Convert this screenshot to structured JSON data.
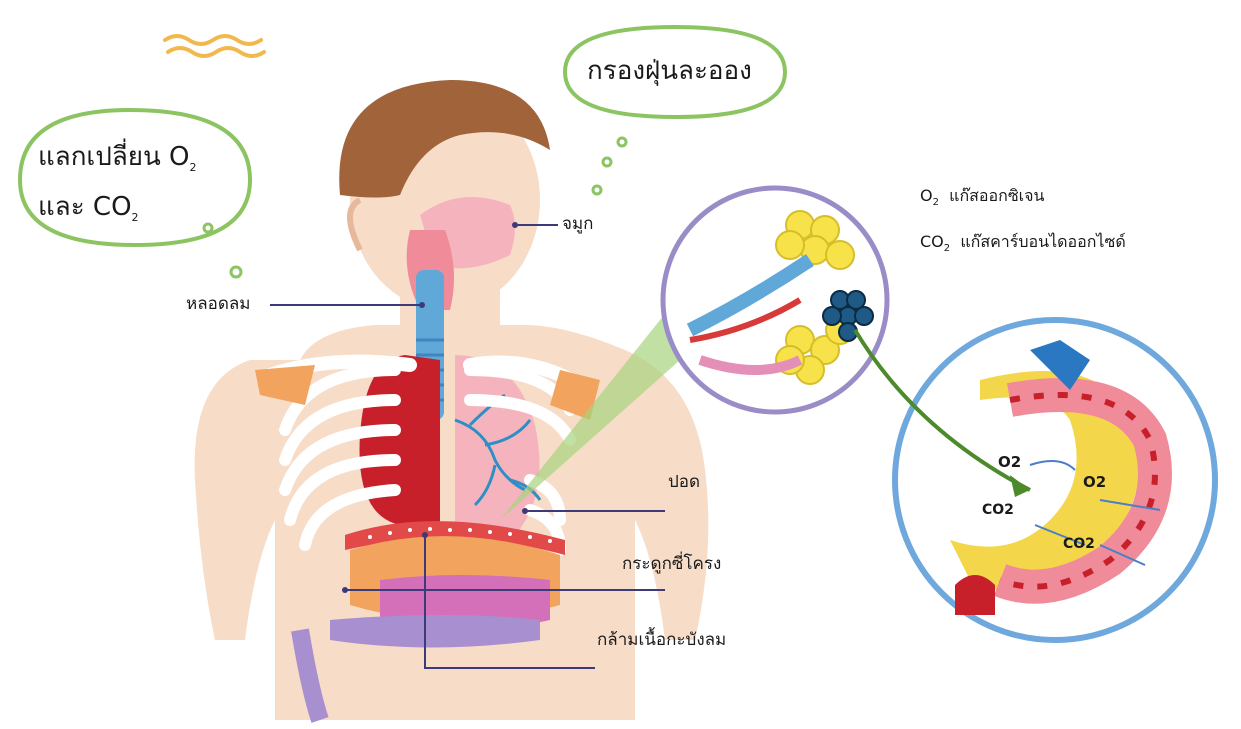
{
  "bubbles": {
    "exchange": {
      "line1_prefix": "แลกเปลี่ยน O",
      "line1_sub": "2",
      "line2_prefix": "และ CO",
      "line2_sub": "2"
    },
    "filter": "กรองฝุ่นละออง"
  },
  "labels": {
    "nose": "จมูก",
    "trachea": "หลอดลม",
    "lung": "ปอด",
    "ribs": "กระดูกซี่โครง",
    "diaphragm": "กล้ามเนื้อกะบังลม"
  },
  "legend": [
    {
      "symbol": "O",
      "sub": "2",
      "text": "แก๊สออกซิเจน"
    },
    {
      "symbol": "CO",
      "sub": "2",
      "text": "แก๊สคาร์บอนไดออกไซด์"
    }
  ],
  "gas_exchange_marks": {
    "o2_in": "O2",
    "o2_out": "O2",
    "co2_in": "CO2",
    "co2_out": "CO2"
  },
  "colors": {
    "bubble_outline": "#8cc462",
    "label_line": "#3c3a78",
    "alveoli_circle": "#9a8cc6",
    "capillary_circle": "#6fa8dc",
    "zoom_cone": "#a6d37d",
    "skin": "#f7dcc8",
    "hair": "#a0633a"
  }
}
